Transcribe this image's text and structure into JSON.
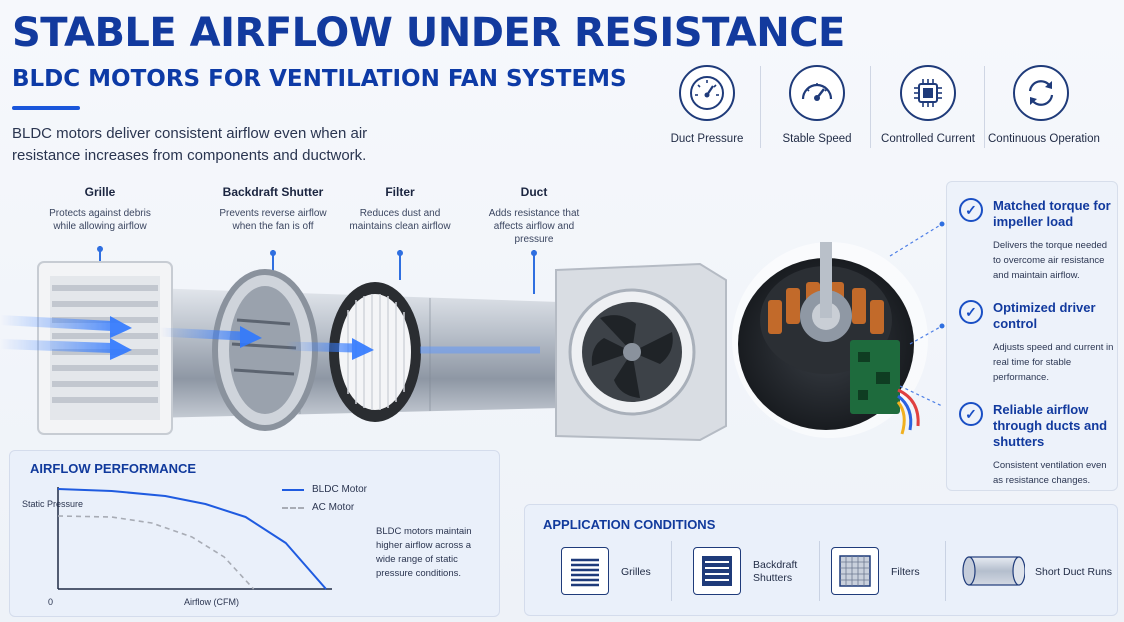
{
  "header": {
    "title": "STABLE AIRFLOW UNDER RESISTANCE",
    "subtitle": "BLDC MOTORS FOR VENTILATION FAN SYSTEMS",
    "intro": "BLDC motors deliver consistent airflow even when air resistance increases from components and ductwork."
  },
  "features": [
    {
      "label": "Duct Pressure",
      "icon": "gauge-icon"
    },
    {
      "label": "Stable Speed",
      "icon": "speedometer-icon"
    },
    {
      "label": "Controlled Current",
      "icon": "chip-icon"
    },
    {
      "label": "Continuous Operation",
      "icon": "cycle-icon"
    }
  ],
  "components": [
    {
      "name": "Grille",
      "desc": "Protects against debris while allowing airflow"
    },
    {
      "name": "Backdraft Shutter",
      "desc": "Prevents reverse airflow when the fan is off"
    },
    {
      "name": "Filter",
      "desc": "Reduces dust and maintains clean airflow"
    },
    {
      "name": "Duct",
      "desc": "Adds resistance that affects airflow and pressure"
    }
  ],
  "benefits": [
    {
      "title": "Matched torque for impeller load",
      "desc": "Delivers the torque needed to overcome air resistance and maintain airflow."
    },
    {
      "title": "Optimized driver control",
      "desc": "Adjusts speed and current in real time for stable performance."
    },
    {
      "title": "Reliable airflow through ducts and shutters",
      "desc": "Consistent ventilation even as resistance changes."
    }
  ],
  "performance": {
    "title": "AIRFLOW PERFORMANCE",
    "note": "BLDC motors maintain higher airflow across a wide range of static pressure conditions."
  },
  "chart_data": {
    "type": "line",
    "title": "",
    "xlabel": "Airflow (CFM)",
    "ylabel": "Static Pressure",
    "origin_label": "0",
    "series": [
      {
        "name": "BLDC Motor",
        "color": "#1f5be0",
        "style": "solid",
        "x": [
          0,
          0.2,
          0.4,
          0.55,
          0.7,
          0.85,
          1.0
        ],
        "y": [
          1.0,
          0.98,
          0.93,
          0.85,
          0.72,
          0.46,
          0.0
        ]
      },
      {
        "name": "AC Motor",
        "color": "#a8acb5",
        "style": "dashed",
        "x": [
          0,
          0.2,
          0.35,
          0.5,
          0.62,
          0.73
        ],
        "y": [
          0.73,
          0.72,
          0.66,
          0.52,
          0.32,
          0.0
        ]
      }
    ]
  },
  "application": {
    "title": "APPLICATION CONDITIONS",
    "items": [
      {
        "label": "Grilles",
        "icon": "grille-icon"
      },
      {
        "label": "Backdraft Shutters",
        "icon": "shutter-icon"
      },
      {
        "label": "Filters",
        "icon": "filter-icon"
      },
      {
        "label": "Short Duct Runs",
        "icon": "duct-icon"
      }
    ]
  },
  "colors": {
    "primary": "#123a9e",
    "accent": "#2f6fe0",
    "bldc": "#1f5be0",
    "ac": "#a8acb5"
  }
}
